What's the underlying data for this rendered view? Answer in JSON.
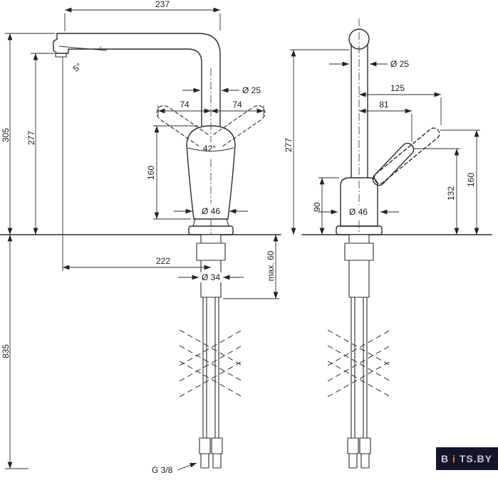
{
  "drawing": {
    "background": "#ffffff",
    "line_color": "#2c2c2c"
  },
  "views": {
    "front": {
      "dims": {
        "spout_reach": "237",
        "spout_tip_angle": "5°",
        "height_top": "305",
        "height_outlet": "277",
        "spout_diameter": "Ø 25",
        "swing_left": "74",
        "swing_right": "74",
        "handle_angle": "42°",
        "handle_zone_height": "160",
        "body_diameter": "Ø 46",
        "outlet_offset": "222",
        "shank_diameter": "Ø 34",
        "mounting_depth_max": "max. 60",
        "hose_length": "835",
        "connection_thread": "G 3/8"
      }
    },
    "side": {
      "dims": {
        "spout_diameter": "Ø 25",
        "reach_raised": "125",
        "reach_lever": "81",
        "height_outlet": "277",
        "body_height": "90",
        "lever_height": "132",
        "lever_height_raised": "160",
        "body_diameter": "Ø 46"
      }
    }
  },
  "watermark": {
    "prefix": "B",
    "accent": "i",
    "suffix": "TS.BY",
    "background": "#14142b",
    "text_color": "#c7c7cd",
    "accent_color": "#ff7a00"
  }
}
